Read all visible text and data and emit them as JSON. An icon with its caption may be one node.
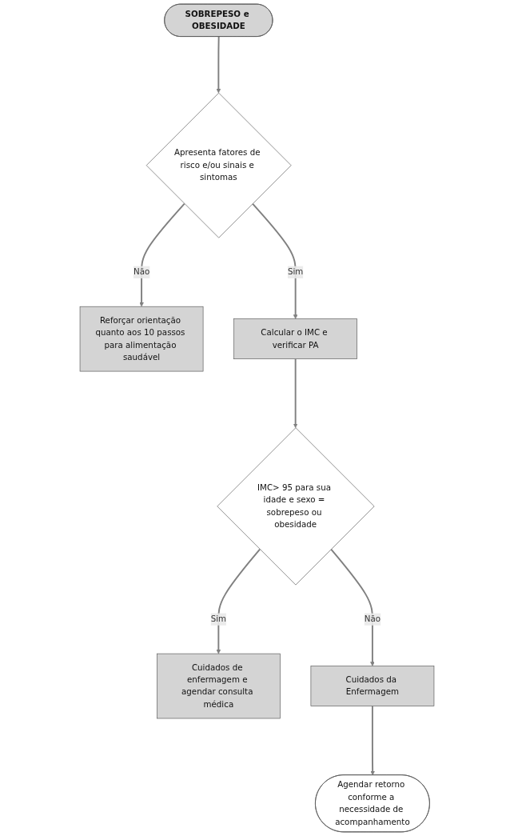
{
  "diagram": {
    "nodes": [
      {
        "text": [
          "SOBREPESO e OBESIDADE"
        ]
      },
      {
        "text": [
          "Apresenta fatores de risco e/ou sinais e sintomas"
        ]
      },
      {
        "text": [
          "Reforçar orientação quanto aos 10 passos para alimentação saudável"
        ]
      },
      {
        "text": [
          "Calcular o IMC e verificar PA"
        ]
      },
      {
        "text": [
          "IMC> 95 para sua idade e sexo = sobrepeso ou obesidade"
        ]
      },
      {
        "text": [
          "Cuidados de enfermagem e agendar consulta médica"
        ]
      },
      {
        "text": [
          "Cuidados da Enfermagem"
        ]
      },
      {
        "text": [
          "Agendar retorno conforme a necessidade de acompanhamento"
        ]
      }
    ],
    "edges": [
      {
        "from": 0,
        "to": 1,
        "arrow": "to"
      },
      {
        "from": 1,
        "to": 2,
        "arrow": "to",
        "label": "Não"
      },
      {
        "from": 1,
        "to": 3,
        "arrow": "to",
        "label": "Sim"
      },
      {
        "from": 3,
        "to": 4,
        "arrow": "to"
      },
      {
        "from": 4,
        "to": 5,
        "arrow": "to",
        "label": "Sim"
      },
      {
        "from": 4,
        "to": 6,
        "arrow": "to",
        "label": "Não"
      },
      {
        "from": 6,
        "to": 7,
        "arrow": "to"
      }
    ]
  }
}
